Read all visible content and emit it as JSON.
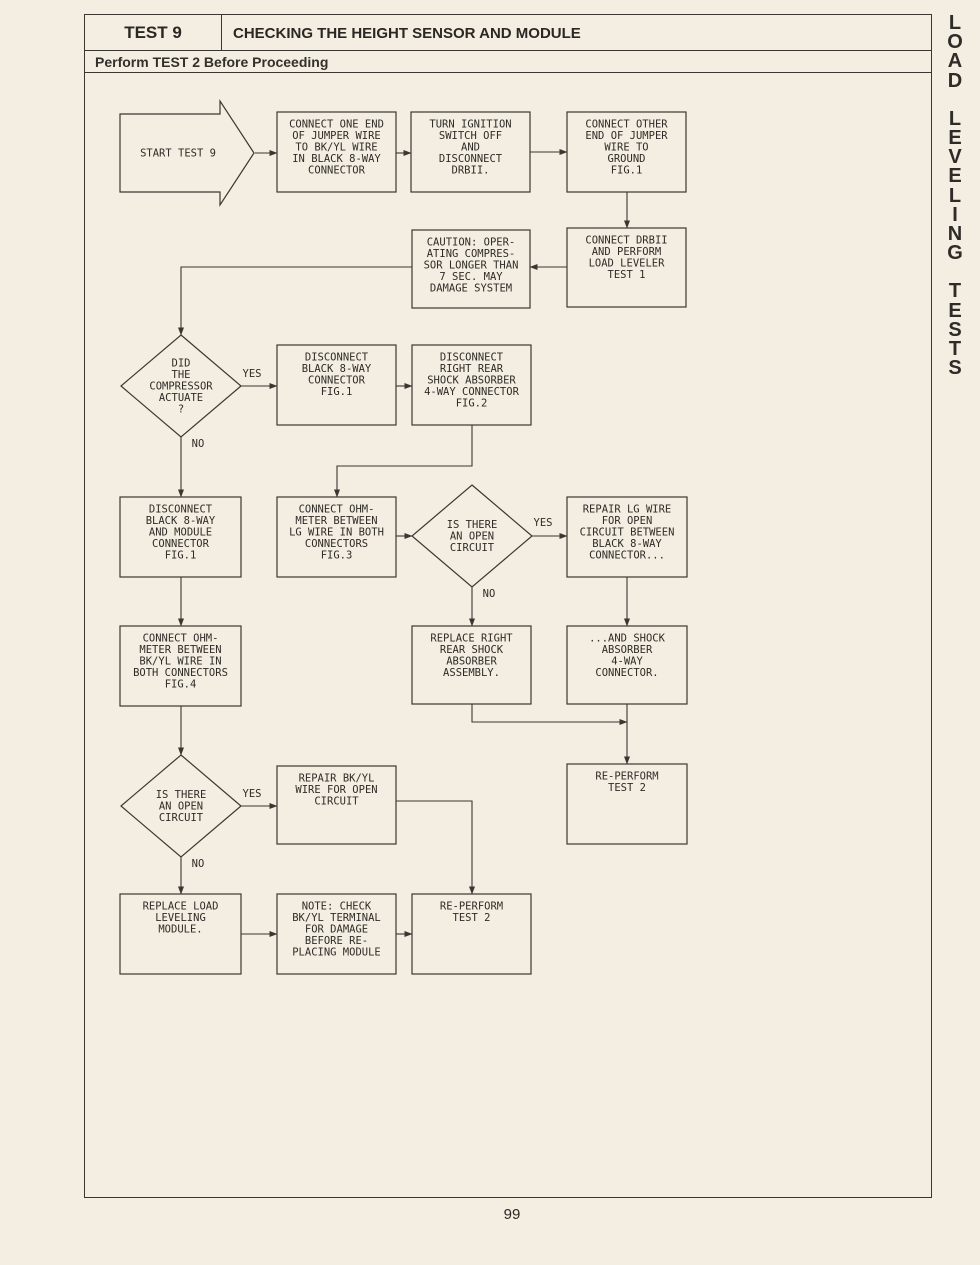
{
  "header": {
    "test_id": "TEST 9",
    "title": "CHECKING THE HEIGHT SENSOR AND MODULE",
    "prerequisite": "Perform TEST 2 Before Proceeding"
  },
  "side_tab": {
    "words": [
      "LOAD",
      "LEVELING",
      "TESTS"
    ]
  },
  "page_number": "99",
  "flowchart": {
    "nodes": [
      {
        "id": "start",
        "shape": "arrow",
        "lines": [
          "START TEST 9"
        ]
      },
      {
        "id": "n1",
        "shape": "box",
        "lines": [
          "CONNECT ONE END",
          "OF JUMPER WIRE",
          "TO BK/YL WIRE",
          "IN BLACK 8-WAY",
          "CONNECTOR"
        ]
      },
      {
        "id": "n2",
        "shape": "box",
        "lines": [
          "TURN IGNITION",
          "SWITCH OFF",
          "AND",
          "DISCONNECT",
          "DRBII."
        ]
      },
      {
        "id": "n3",
        "shape": "box",
        "lines": [
          "CONNECT OTHER",
          "END OF JUMPER",
          "WIRE TO",
          "GROUND",
          "FIG.1"
        ]
      },
      {
        "id": "n4",
        "shape": "box",
        "lines": [
          "CONNECT DRBII",
          "AND PERFORM",
          "LOAD LEVELER",
          "TEST 1"
        ]
      },
      {
        "id": "n5",
        "shape": "box",
        "lines": [
          "CAUTION: OPER-",
          "ATING COMPRES-",
          "SOR LONGER THAN",
          "7 SEC. MAY",
          "DAMAGE SYSTEM"
        ]
      },
      {
        "id": "d1",
        "shape": "diamond",
        "lines": [
          "DID",
          "THE",
          "COMPRESSOR",
          "ACTUATE",
          "?"
        ]
      },
      {
        "id": "n6",
        "shape": "box",
        "lines": [
          "DISCONNECT",
          "BLACK 8-WAY",
          "CONNECTOR",
          "FIG.1"
        ]
      },
      {
        "id": "n7",
        "shape": "box",
        "lines": [
          "DISCONNECT",
          "RIGHT REAR",
          "SHOCK ABSORBER",
          "4-WAY CONNECTOR",
          "FIG.2"
        ]
      },
      {
        "id": "n8",
        "shape": "box",
        "lines": [
          "DISCONNECT",
          "BLACK 8-WAY",
          "AND MODULE",
          "CONNECTOR",
          "FIG.1"
        ]
      },
      {
        "id": "n9",
        "shape": "box",
        "lines": [
          "CONNECT OHM-",
          "METER BETWEEN",
          "LG WIRE IN BOTH",
          "CONNECTORS",
          "FIG.3"
        ]
      },
      {
        "id": "d2",
        "shape": "diamond",
        "lines": [
          "IS THERE",
          "AN OPEN",
          "CIRCUIT"
        ]
      },
      {
        "id": "n10",
        "shape": "box",
        "lines": [
          "REPAIR LG WIRE",
          "FOR OPEN",
          "CIRCUIT BETWEEN",
          "BLACK 8-WAY",
          "CONNECTOR..."
        ]
      },
      {
        "id": "n11",
        "shape": "box",
        "lines": [
          "CONNECT OHM-",
          "METER BETWEEN",
          "BK/YL WIRE IN",
          "BOTH CONNECTORS",
          "FIG.4"
        ]
      },
      {
        "id": "n12",
        "shape": "box",
        "lines": [
          "REPLACE RIGHT",
          "REAR SHOCK",
          "ABSORBER",
          "ASSEMBLY."
        ]
      },
      {
        "id": "n13",
        "shape": "box",
        "lines": [
          "...AND SHOCK",
          "ABSORBER",
          "4-WAY",
          "CONNECTOR."
        ]
      },
      {
        "id": "n14",
        "shape": "box",
        "lines": [
          "RE-PERFORM",
          "TEST 2"
        ]
      },
      {
        "id": "d3",
        "shape": "diamond",
        "lines": [
          "IS THERE",
          "AN OPEN",
          "CIRCUIT"
        ]
      },
      {
        "id": "n15",
        "shape": "box",
        "lines": [
          "REPAIR BK/YL",
          "WIRE FOR OPEN",
          "CIRCUIT"
        ]
      },
      {
        "id": "n16",
        "shape": "box",
        "lines": [
          "REPLACE LOAD",
          "LEVELING",
          "MODULE."
        ]
      },
      {
        "id": "n17",
        "shape": "box",
        "lines": [
          "NOTE: CHECK",
          "BK/YL TERMINAL",
          "FOR DAMAGE",
          "BEFORE RE-",
          "PLACING MODULE"
        ]
      },
      {
        "id": "n18",
        "shape": "box",
        "lines": [
          "RE-PERFORM",
          "TEST 2"
        ]
      }
    ],
    "edge_labels": [
      {
        "id": "d1-yes",
        "text": "YES"
      },
      {
        "id": "d1-no",
        "text": "NO"
      },
      {
        "id": "d2-yes",
        "text": "YES"
      },
      {
        "id": "d2-no",
        "text": "NO"
      },
      {
        "id": "d3-yes",
        "text": "YES"
      },
      {
        "id": "d3-no",
        "text": "NO"
      }
    ]
  }
}
